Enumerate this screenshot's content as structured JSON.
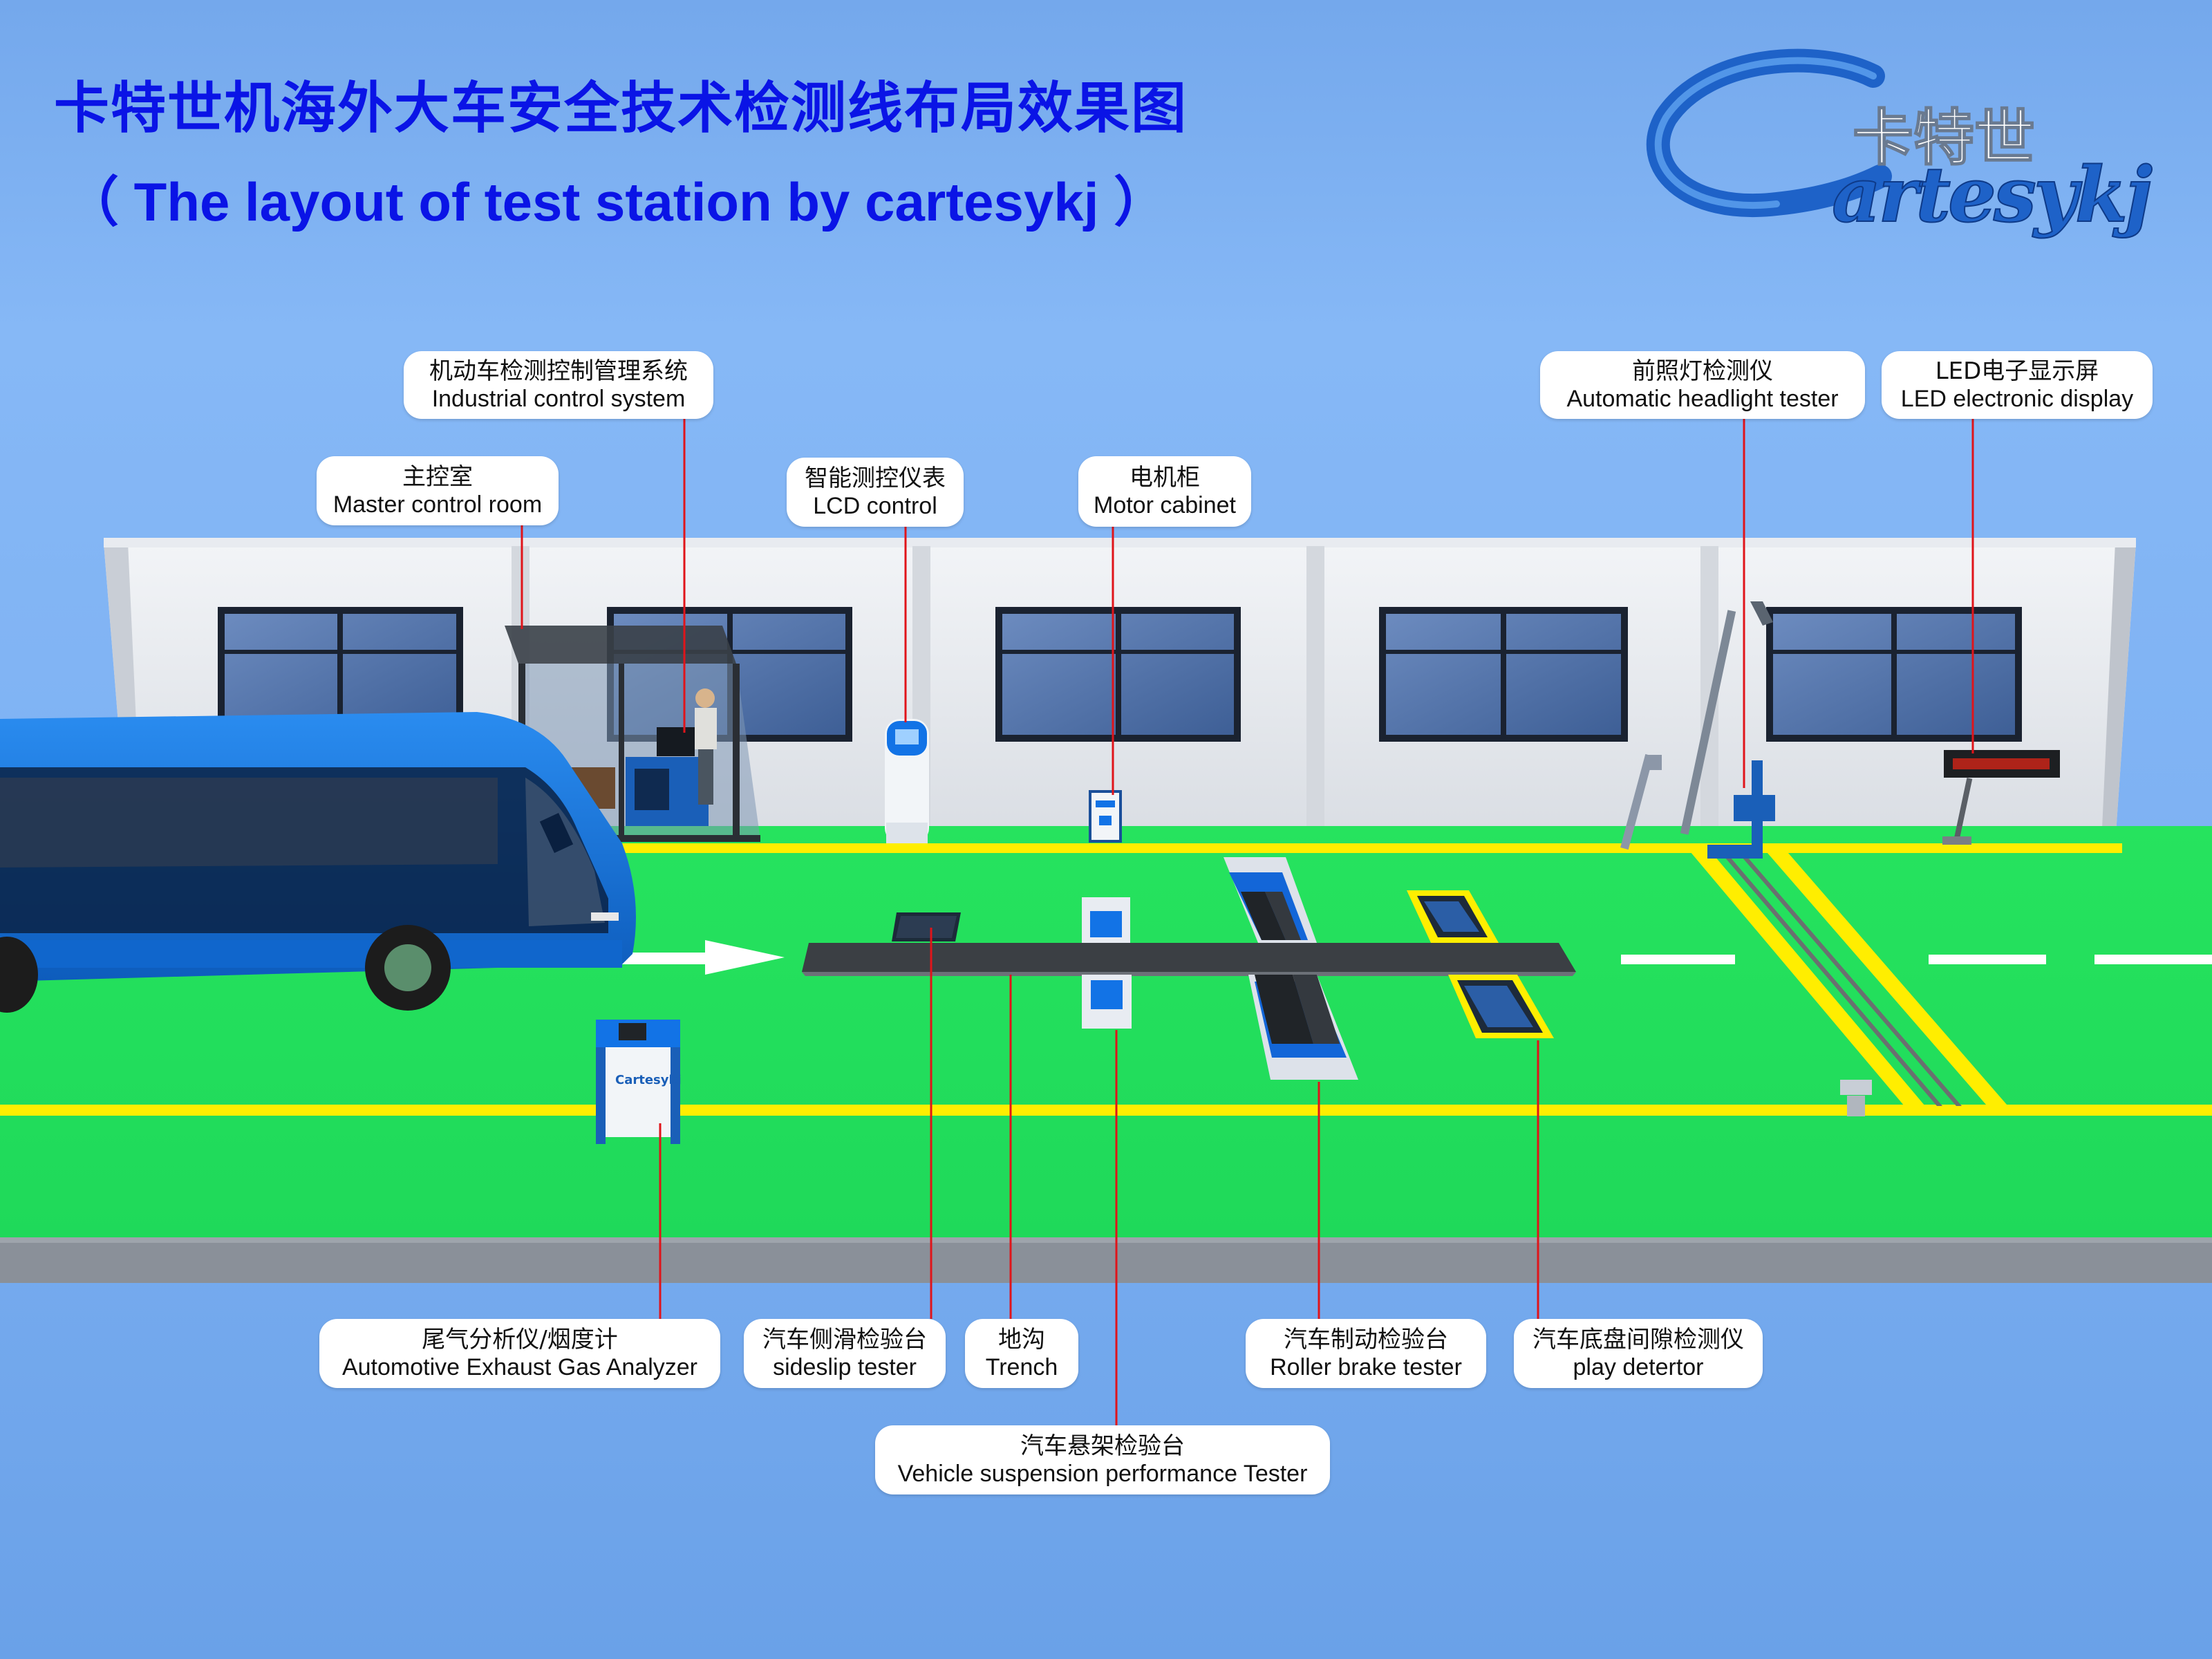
{
  "title": {
    "cn": "卡特世机海外大车安全技术检测线布局效果图",
    "en": "（ The layout of test station by cartesykj ）"
  },
  "logo": {
    "cn": "卡特世",
    "en": "Cartesykj"
  },
  "labels": {
    "industrial_control": {
      "cn": "机动车检测控制管理系统",
      "en": "Industrial control system"
    },
    "master_control": {
      "cn": "主控室",
      "en": "Master control room"
    },
    "lcd_control": {
      "cn": "智能测控仪表",
      "en": "LCD control"
    },
    "motor_cabinet": {
      "cn": "电机柜",
      "en": "Motor cabinet"
    },
    "headlight": {
      "cn": "前照灯检测仪",
      "en": "Automatic headlight tester"
    },
    "led_display": {
      "cn": "LED电子显示屏",
      "en": "LED electronic display"
    },
    "exhaust": {
      "cn": "尾气分析仪/烟度计",
      "en": "Automotive Exhaust Gas Analyzer"
    },
    "sideslip": {
      "cn": "汽车侧滑检验台",
      "en": "sideslip tester"
    },
    "trench": {
      "cn": "地沟",
      "en": "Trench"
    },
    "brake": {
      "cn": "汽车制动检验台",
      "en": "Roller brake tester"
    },
    "play": {
      "cn": "汽车底盘间隙检测仪",
      "en": "play detertor"
    },
    "suspension": {
      "cn": "汽车悬架检验台",
      "en": "Vehicle suspension performance Tester"
    }
  },
  "colors": {
    "title": "#0a14e6",
    "floor": "#22e25e",
    "lane_line": "#ffee00",
    "leader_line": "#e0141a",
    "bus": "#1473d8"
  }
}
